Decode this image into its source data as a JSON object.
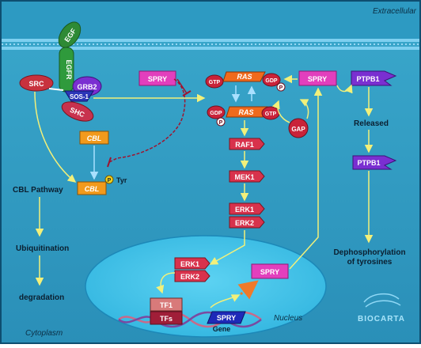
{
  "labels": {
    "extracellular": "Extracellular",
    "cytoplasm": "Cytoplasm",
    "nucleus": "Nucleus",
    "gene": "Gene",
    "released": "Released",
    "dephos_line1": "Dephosphorylation",
    "dephos_line2": "of tyrosines",
    "cbl_pathway": "CBL Pathway",
    "ubiquitination": "Ubiquitination",
    "degradation": "degradation",
    "tyr": "Tyr",
    "p": "P"
  },
  "proteins": {
    "egf": "EGF",
    "egfr": "EGFR",
    "src": "SRC",
    "grb2": "GRB2",
    "sos1": "SOS-1",
    "shc": "SHC",
    "spry": "SPRY",
    "gtp": "GTP",
    "gdp": "GDP",
    "ras": "RAS",
    "gap": "GAP",
    "ptpb1": "PTPB1",
    "cbl": "CBL",
    "raf1": "RAF1",
    "mek1": "MEK1",
    "erk1": "ERK1",
    "erk2": "ERK2",
    "tf1": "TF1",
    "tfs": "TFs"
  },
  "logo": "BIOCARTA",
  "colors": {
    "cytoplasm": "#2f9fc4",
    "nucleus": "#39c0e8",
    "membrane": "#7dd0f0",
    "spry": "#e23fbd",
    "ras": "#f06a1c",
    "kinase": "#d8324c",
    "ptpb1": "#7a2fd1",
    "cbl": "#f29a1c",
    "egfr": "#2f9a3c",
    "arrow": "#f2f07a"
  }
}
